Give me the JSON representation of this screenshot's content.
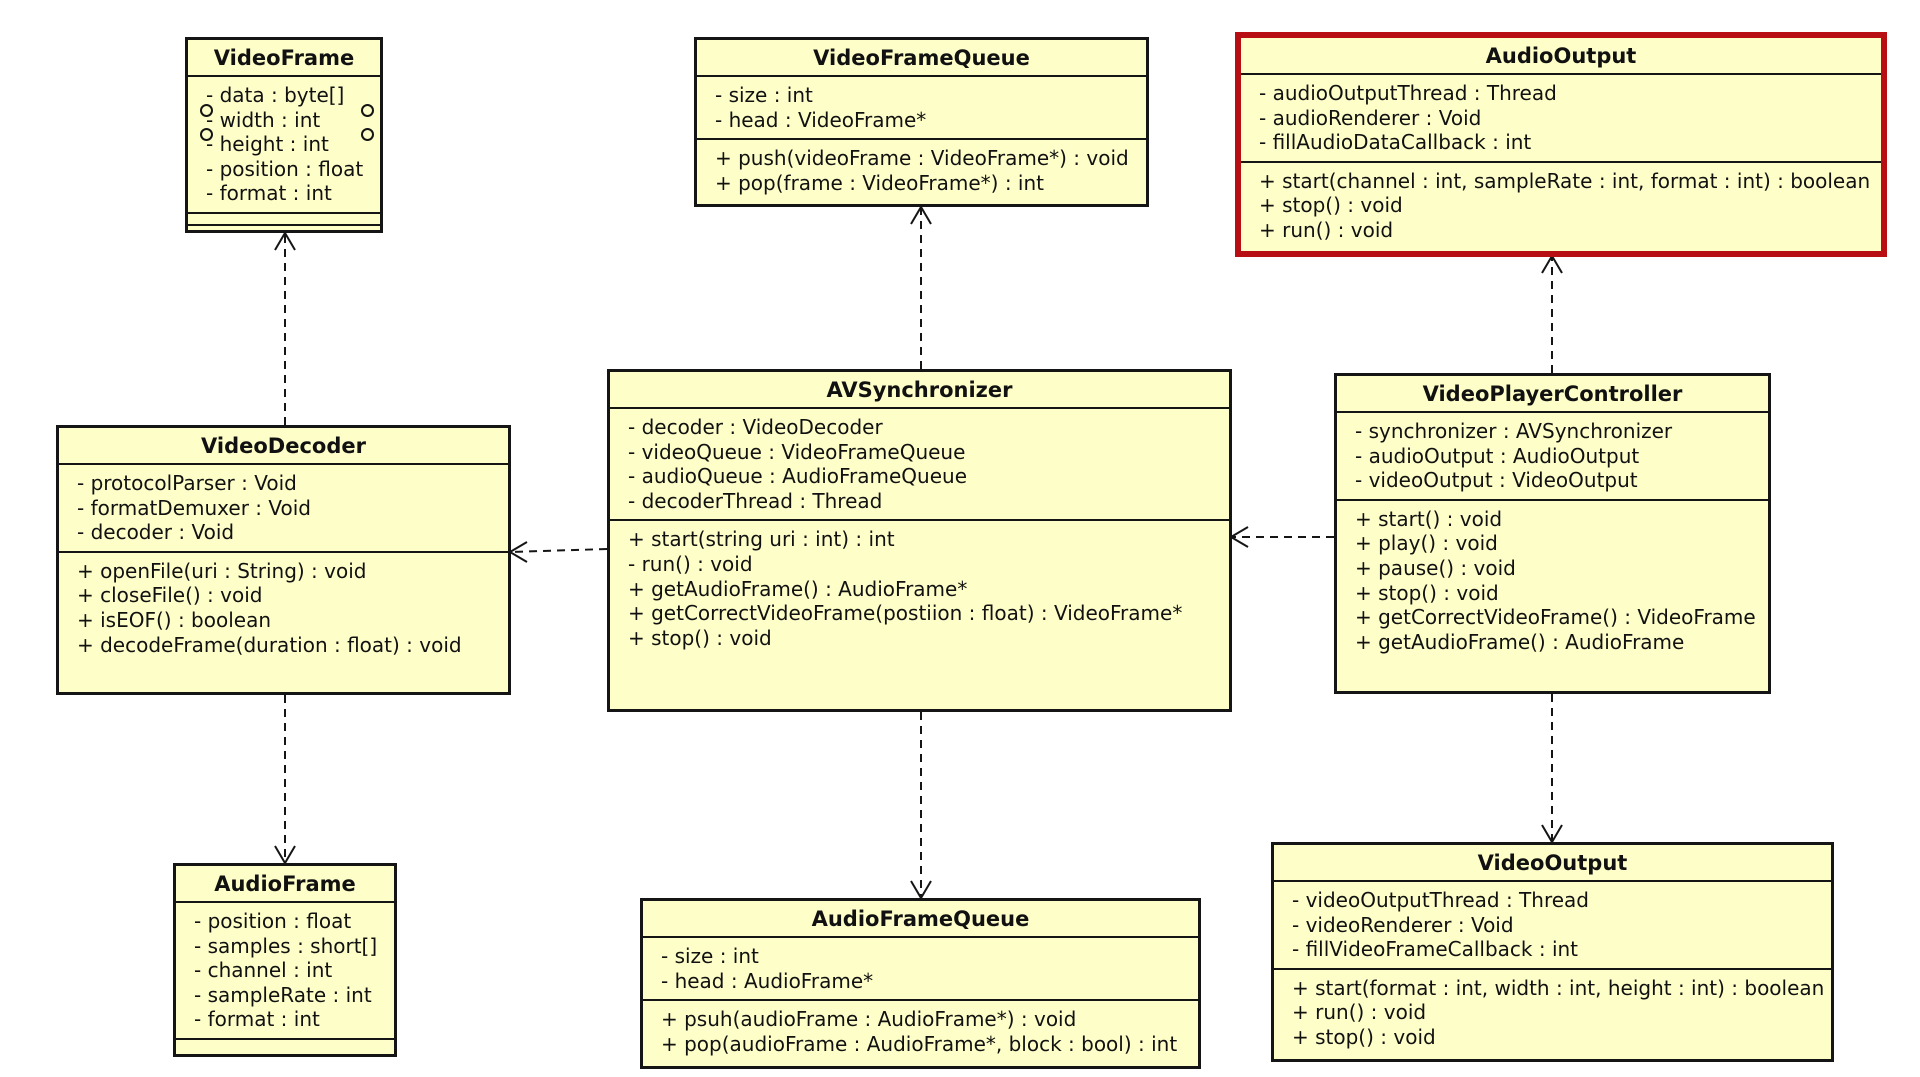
{
  "classes": {
    "videoFrame": {
      "name": "VideoFrame",
      "attributes": [
        "- data : byte[]",
        "- width : int",
        "- height : int",
        "- position : float",
        "- format : int"
      ],
      "operations": []
    },
    "videoFrameQueue": {
      "name": "VideoFrameQueue",
      "attributes": [
        "- size : int",
        "- head : VideoFrame*"
      ],
      "operations": [
        "+ push(videoFrame : VideoFrame*) : void",
        "+ pop(frame : VideoFrame*) : int"
      ]
    },
    "audioOutput": {
      "name": "AudioOutput",
      "attributes": [
        "- audioOutputThread : Thread",
        "- audioRenderer : Void",
        "- fillAudioDataCallback : int"
      ],
      "operations": [
        "+ start(channel : int, sampleRate : int, format : int) : boolean",
        "+ stop() : void",
        "+ run() : void"
      ]
    },
    "videoDecoder": {
      "name": "VideoDecoder",
      "attributes": [
        "- protocolParser : Void",
        "- formatDemuxer : Void",
        "- decoder : Void"
      ],
      "operations": [
        "+ openFile(uri : String) : void",
        "+ closeFile() : void",
        "+ isEOF() : boolean",
        "+ decodeFrame(duration : float) : void"
      ]
    },
    "avSynchronizer": {
      "name": "AVSynchronizer",
      "attributes": [
        "- decoder : VideoDecoder",
        "- videoQueue : VideoFrameQueue",
        "- audioQueue : AudioFrameQueue",
        "- decoderThread : Thread"
      ],
      "operations": [
        "+ start(string uri : int) : int",
        "- run() : void",
        "+ getAudioFrame() : AudioFrame*",
        "+ getCorrectVideoFrame(postiion : float) : VideoFrame*",
        "+ stop() : void"
      ]
    },
    "videoPlayerController": {
      "name": "VideoPlayerController",
      "attributes": [
        "- synchronizer : AVSynchronizer",
        "- audioOutput : AudioOutput",
        "- videoOutput : VideoOutput"
      ],
      "operations": [
        "+ start() : void",
        "+ play() : void",
        "+ pause() : void",
        "+ stop() : void",
        "+ getCorrectVideoFrame() : VideoFrame",
        "+ getAudioFrame() : AudioFrame"
      ]
    },
    "audioFrame": {
      "name": "AudioFrame",
      "attributes": [
        "- position : float",
        "- samples : short[]",
        "- channel : int",
        "- sampleRate : int",
        "- format : int"
      ],
      "operations": []
    },
    "audioFrameQueue": {
      "name": "AudioFrameQueue",
      "attributes": [
        "- size : int",
        "- head : AudioFrame*"
      ],
      "operations": [
        "+ psuh(audioFrame : AudioFrame*) : void",
        "+ pop(audioFrame : AudioFrame*, block : bool) : int"
      ]
    },
    "videoOutput": {
      "name": "VideoOutput",
      "attributes": [
        "- videoOutputThread : Thread",
        "- videoRenderer : Void",
        "- fillVideoFrameCallback : int"
      ],
      "operations": [
        "+ start(format : int, width : int, height : int) : boolean",
        "+ run() : void",
        "+ stop() : void"
      ]
    }
  },
  "dependencies": [
    {
      "from": "VideoDecoder",
      "to": "VideoFrame"
    },
    {
      "from": "VideoDecoder",
      "to": "AudioFrame"
    },
    {
      "from": "AVSynchronizer",
      "to": "VideoFrameQueue"
    },
    {
      "from": "AVSynchronizer",
      "to": "AudioFrameQueue"
    },
    {
      "from": "AVSynchronizer",
      "to": "VideoDecoder"
    },
    {
      "from": "VideoPlayerController",
      "to": "AVSynchronizer"
    },
    {
      "from": "VideoPlayerController",
      "to": "AudioOutput"
    },
    {
      "from": "VideoPlayerController",
      "to": "VideoOutput"
    }
  ],
  "colors": {
    "class_fill": "#fefec9",
    "border": "#151515",
    "highlight_border": "#b80f14",
    "connector": "#151515"
  }
}
